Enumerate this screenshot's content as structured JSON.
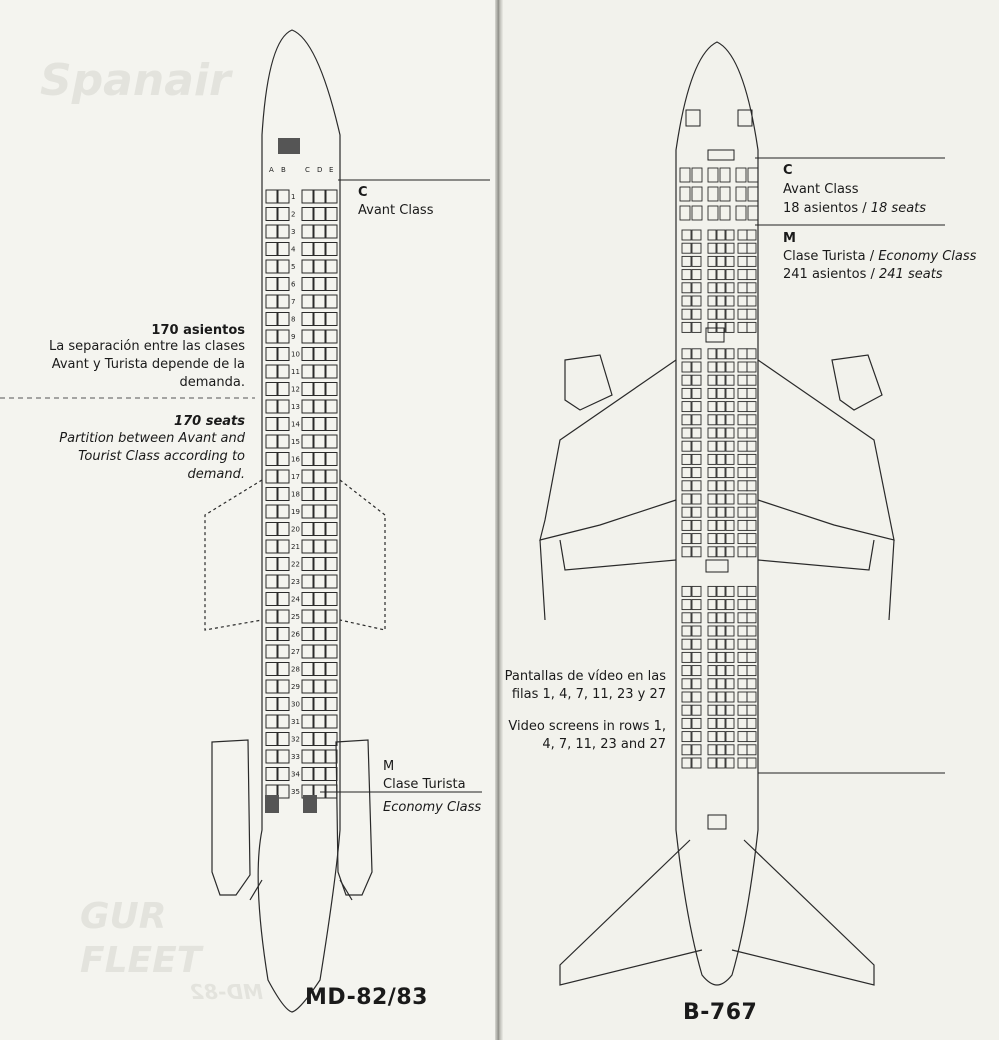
{
  "md82": {
    "model": "MD-82/83",
    "class_c": {
      "code": "C",
      "name": "Avant Class"
    },
    "class_m": {
      "code": "M",
      "name": "Clase Turista",
      "name_en": "Economy Class"
    },
    "note_es": {
      "title": "170 asientos",
      "text": "La separación entre las clases Avant y Turista depende de la demanda."
    },
    "note_en": {
      "title": "170 seats",
      "text": "Partition between Avant and Tourist Class according to demand."
    },
    "row_numbers": [
      "1",
      "2",
      "3",
      "4",
      "5",
      "6",
      "7",
      "8",
      "9",
      "10",
      "11",
      "12",
      "13",
      "14",
      "15",
      "16",
      "17",
      "18",
      "19",
      "20",
      "21",
      "22",
      "23",
      "24",
      "25",
      "26",
      "27",
      "28",
      "29",
      "30",
      "31",
      "32",
      "33",
      "34",
      "35"
    ],
    "seat_letters": [
      "A",
      "B",
      "C",
      "D",
      "E"
    ]
  },
  "b767": {
    "model": "B-767",
    "class_c": {
      "code": "C",
      "name": "Avant Class",
      "seats_es": "18 asientos",
      "seats_en": "18 seats"
    },
    "class_m": {
      "code": "M",
      "name": "Clase Turista",
      "name_en": "Economy Class",
      "seats_es": "241 asientos",
      "seats_en": "241 seats"
    },
    "video_es": "Pantallas de vídeo en las filas 1, 4, 7, 11, 23 y 27",
    "video_en": "Video screens in rows 1, 4, 7, 11, 23 and 27"
  },
  "ghost_text": {
    "brand": "Spanair",
    "fleet": "GUR FLEET",
    "model_mirror": "MD-82"
  }
}
